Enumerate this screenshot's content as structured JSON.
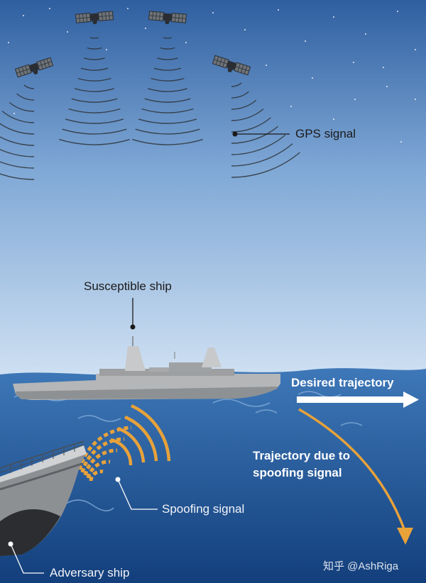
{
  "labels": {
    "gps_signal": "GPS signal",
    "susceptible_ship": "Susceptible ship",
    "desired_trajectory": "Desired trajectory",
    "spoofed_trajectory_line1": "Trajectory due to",
    "spoofed_trajectory_line2": "spoofing signal",
    "spoofing_signal": "Spoofing signal",
    "adversary_ship": "Adversary ship"
  },
  "watermark": "知乎 @AshRiga",
  "colors": {
    "sky_top": "#2f5fa0",
    "sky_bottom": "#c9dcf0",
    "sea_top": "#3f78b8",
    "sea_bottom": "#123f7c",
    "orange": "#e8a23a",
    "ship_gray": "#a9abad",
    "text_dark": "#1b1b1b",
    "text_light": "#ffffff"
  },
  "icons": [
    "satellite-icon",
    "wifi-wave-icon",
    "arrow-right-icon",
    "curved-arrow-icon"
  ]
}
